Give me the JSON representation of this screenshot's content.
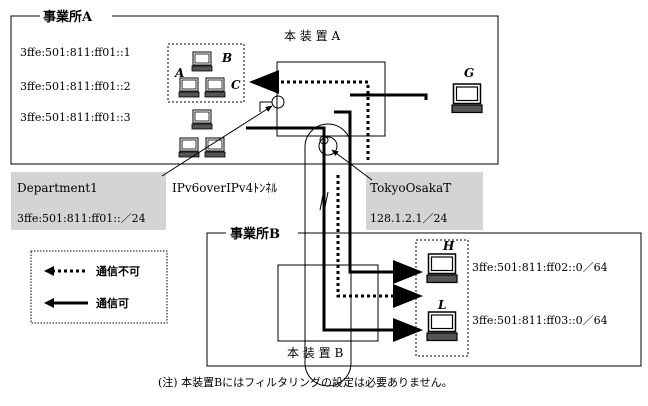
{
  "office_a": {
    "label": "事業所A",
    "addresses": [
      "3ffe:501:811:ff01::1",
      "3ffe:501:811:ff01::2",
      "3ffe:501:811:ff01::3"
    ]
  },
  "device_a": {
    "label": "本 装 置  A"
  },
  "device_b": {
    "label": "本 装 置  B"
  },
  "office_b": {
    "label": "事業所B"
  },
  "pc_labels": {
    "a": "A",
    "b": "B",
    "c": "C",
    "g": "G",
    "h": "H",
    "l": "L"
  },
  "department1": {
    "name": "Department1",
    "prefix": "3ffe:501:811:ff01::／24"
  },
  "tunnel": {
    "label": "IPv6overIPv4ﾄﾝﾈﾙ"
  },
  "tokyoosaka": {
    "name": "TokyoOsakaT",
    "address": "128.1.2.1／24"
  },
  "subnets": {
    "h": "3ffe:501:811:ff02::0／64",
    "l": "3ffe:501:811:ff03::0／64"
  },
  "legend": {
    "blocked": "通信不可",
    "allowed": "通信可"
  },
  "footnote": "(注) 本装置Bにはフィルタリングの設定は必要ありません。"
}
